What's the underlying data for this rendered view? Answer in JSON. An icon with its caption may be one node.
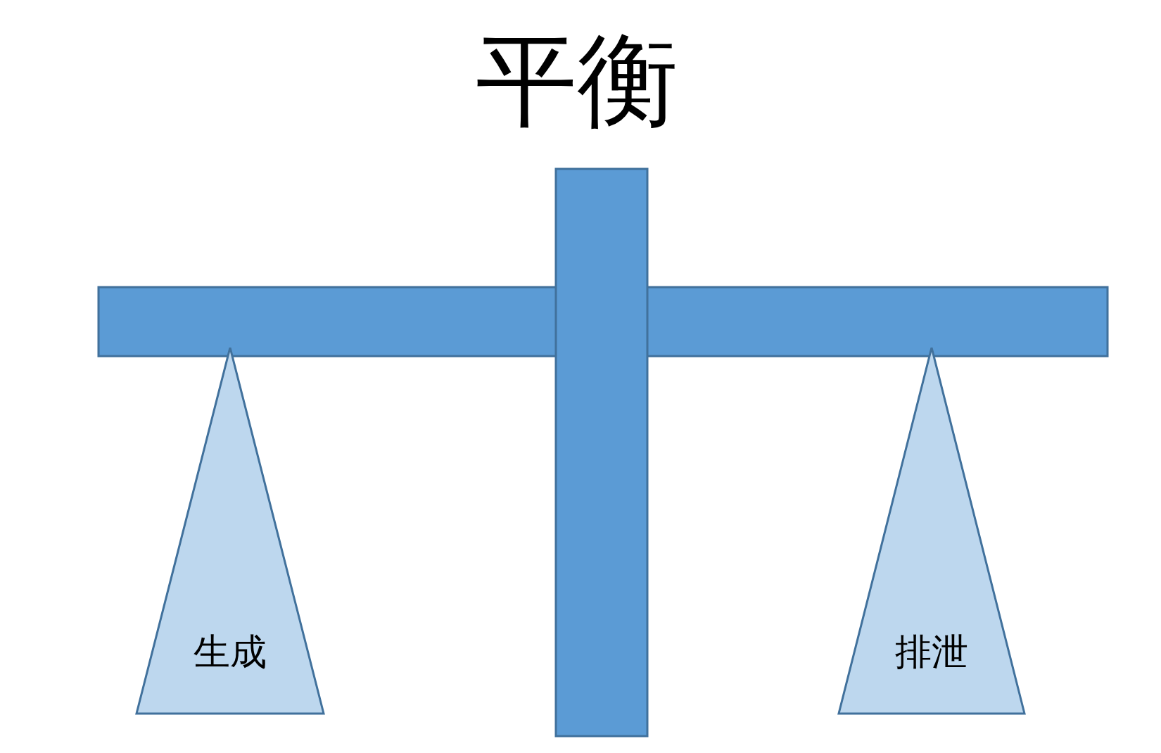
{
  "diagram": {
    "title": "平衡",
    "nodes": [
      {
        "text": [
          "生成"
        ]
      },
      {
        "text": [
          "排泄"
        ]
      }
    ]
  }
}
